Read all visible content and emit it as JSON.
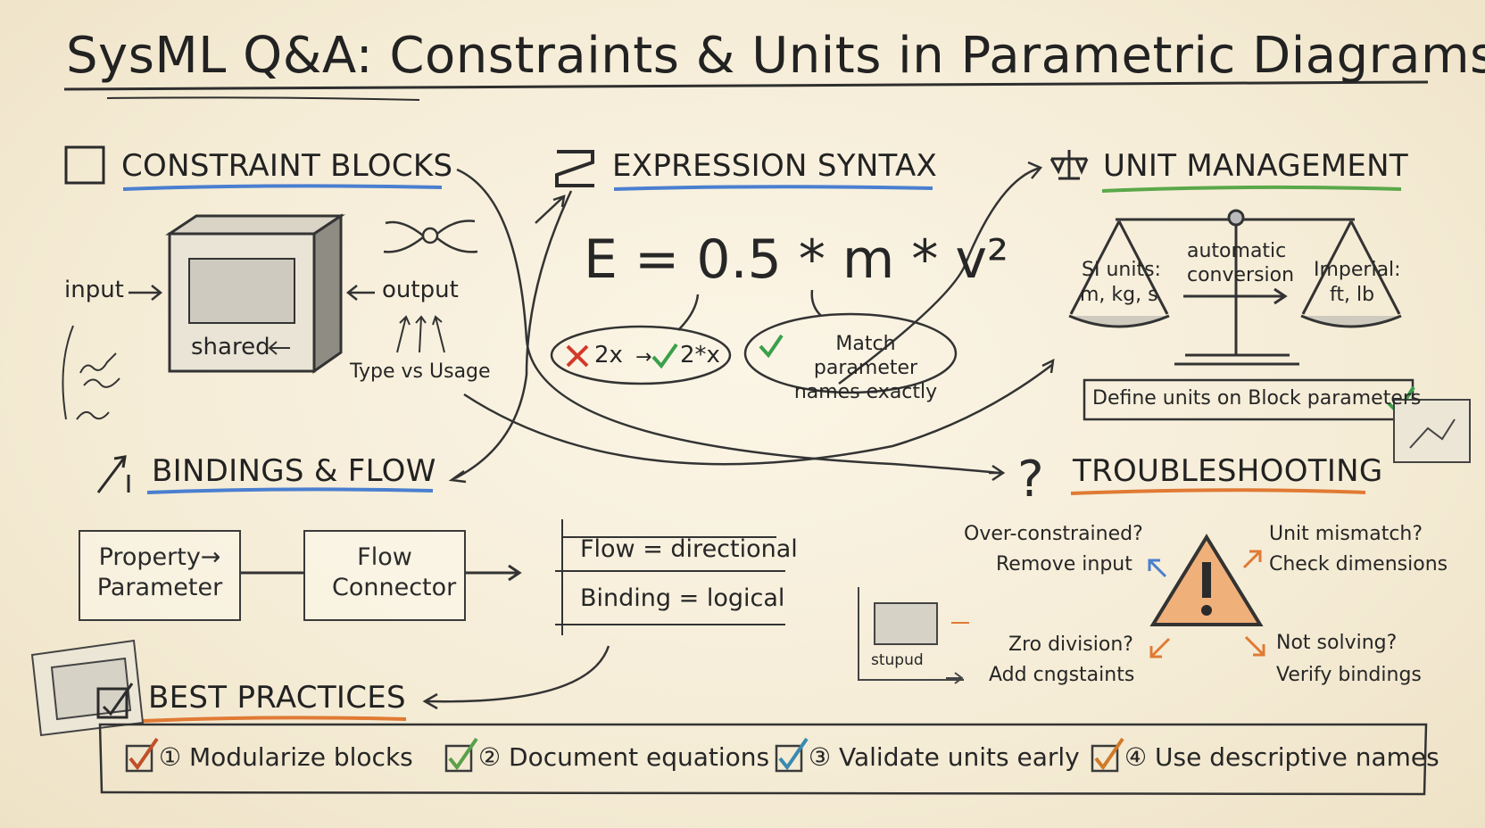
{
  "title": "SysML Q&A: Constraints & Units in Parametric Diagrams",
  "sections": {
    "constraint_blocks": {
      "heading": "CONSTRAINT BLOCKS",
      "input": "input",
      "output": "output",
      "shared": "shared",
      "type_vs_usage": "Type vs Usage"
    },
    "expression_syntax": {
      "heading": "EXPRESSION SYNTAX",
      "equation": "E = 0.5 * m * v²",
      "bubble_wrong": "2x",
      "bubble_right": "2*x",
      "bubble_match": "Match parameter names exactly"
    },
    "unit_management": {
      "heading": "UNIT MANAGEMENT",
      "si_label": "SI units:",
      "si_units": "m, kg, s",
      "conversion": "automatic conversion",
      "imperial_label": "Imperial:",
      "imperial_units": "ft, lb",
      "define_units": "Define units on Block parameters"
    },
    "bindings_flow": {
      "heading": "BINDINGS & FLOW",
      "property_parameter": "Property→ Parameter",
      "flow_connector": "Flow Connector",
      "flow_rule": "Flow = directional",
      "binding_rule": "Binding = logical"
    },
    "troubleshooting": {
      "heading": "TROUBLESHOOTING",
      "over_constrained_q": "Over-constrained?",
      "over_constrained_a": "Remove input",
      "unit_mismatch_q": "Unit mismatch?",
      "unit_mismatch_a": "Check dimensions",
      "zero_division_q": "Zro division?",
      "zero_division_a": "Add cngstaints",
      "not_solving_q": "Not solving?",
      "not_solving_a": "Verify bindings",
      "sketch_label": "stupud"
    },
    "best_practices": {
      "heading": "BEST PRACTICES",
      "items": [
        "① Modularize blocks",
        "② Document equations",
        "③ Validate units early",
        "④ Use descriptive names"
      ],
      "check_colors": [
        "#c0502a",
        "#5aa04a",
        "#3a8ab0",
        "#d07a2a"
      ]
    }
  },
  "colors": {
    "underline_blue": "#4a7fd0",
    "underline_green": "#5aa84a",
    "underline_orange": "#e07a34",
    "error_red": "#d23a2a",
    "ok_green": "#3aa04a",
    "warning_orange": "#f0b07a"
  },
  "icons": [
    "square-icon",
    "two-symbol-icon",
    "scale-icon",
    "arrow-icon",
    "question-icon",
    "warning-icon",
    "checklist-icon",
    "check-icon",
    "cross-icon"
  ]
}
